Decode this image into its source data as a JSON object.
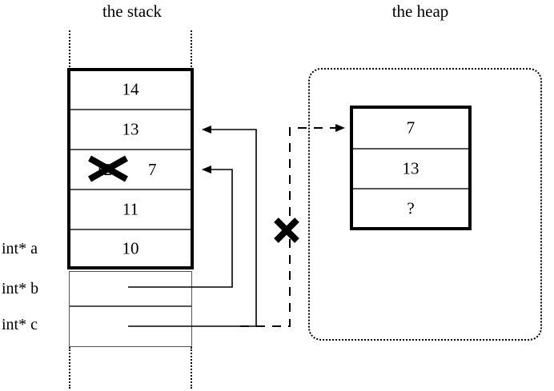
{
  "diagram": {
    "title_stack": "the stack",
    "title_heap": "the heap"
  },
  "stack": {
    "frame_cells": [
      {
        "value": "14"
      },
      {
        "value": "13"
      },
      {
        "value": "12",
        "struck": "true",
        "new_value": "7"
      },
      {
        "value": "11"
      },
      {
        "value": "10"
      }
    ],
    "variables": [
      {
        "label": "int* a"
      },
      {
        "label": "int* b"
      },
      {
        "label": "int* c"
      }
    ]
  },
  "heap": {
    "cells": [
      {
        "value": "7"
      },
      {
        "value": "13"
      },
      {
        "value": "?"
      }
    ]
  },
  "marks": {
    "struck_stack_value": "12",
    "broken_pointer": "x-mark"
  },
  "colors": {
    "ink": "#000000",
    "cell_border": "#555555",
    "background": "#ffffff"
  }
}
